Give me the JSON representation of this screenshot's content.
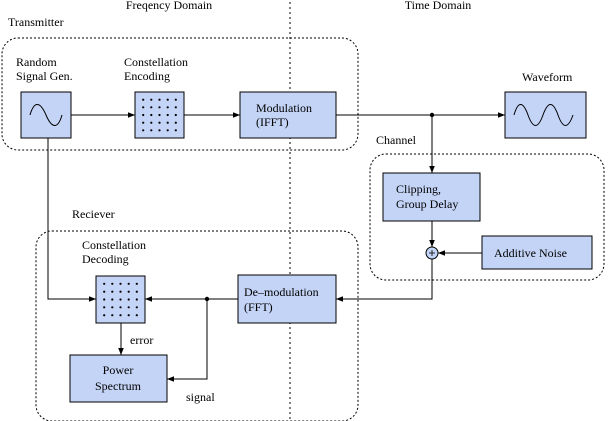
{
  "header": {
    "frequency_domain": "Freqency Domain",
    "time_domain": "Time Domain"
  },
  "groups": {
    "transmitter": "Transmitter",
    "channel": "Channel",
    "receiver": "Reciever"
  },
  "blocks": {
    "random_signal": [
      "Random",
      "Signal Gen."
    ],
    "constellation_encoding": [
      "Constellation",
      "Encoding"
    ],
    "modulation": [
      "Modulation",
      "(IFFT)"
    ],
    "waveform": "Waveform",
    "clipping": [
      "Clipping,",
      "Group Delay"
    ],
    "additive_noise": "Additive Noise",
    "constellation_decoding": [
      "Constellation",
      "Decoding"
    ],
    "demodulation": [
      "De–modulation",
      "(FFT)"
    ],
    "power_spectrum": [
      "Power",
      "Spectrum"
    ]
  },
  "edge_labels": {
    "error": "error",
    "signal": "signal"
  },
  "icons": {
    "sine": "sine-wave-icon",
    "constellation": "constellation-dots-icon",
    "adder": "summing-junction-icon"
  },
  "colors": {
    "block_fill": "#c4d4f6",
    "stroke": "#000000"
  }
}
